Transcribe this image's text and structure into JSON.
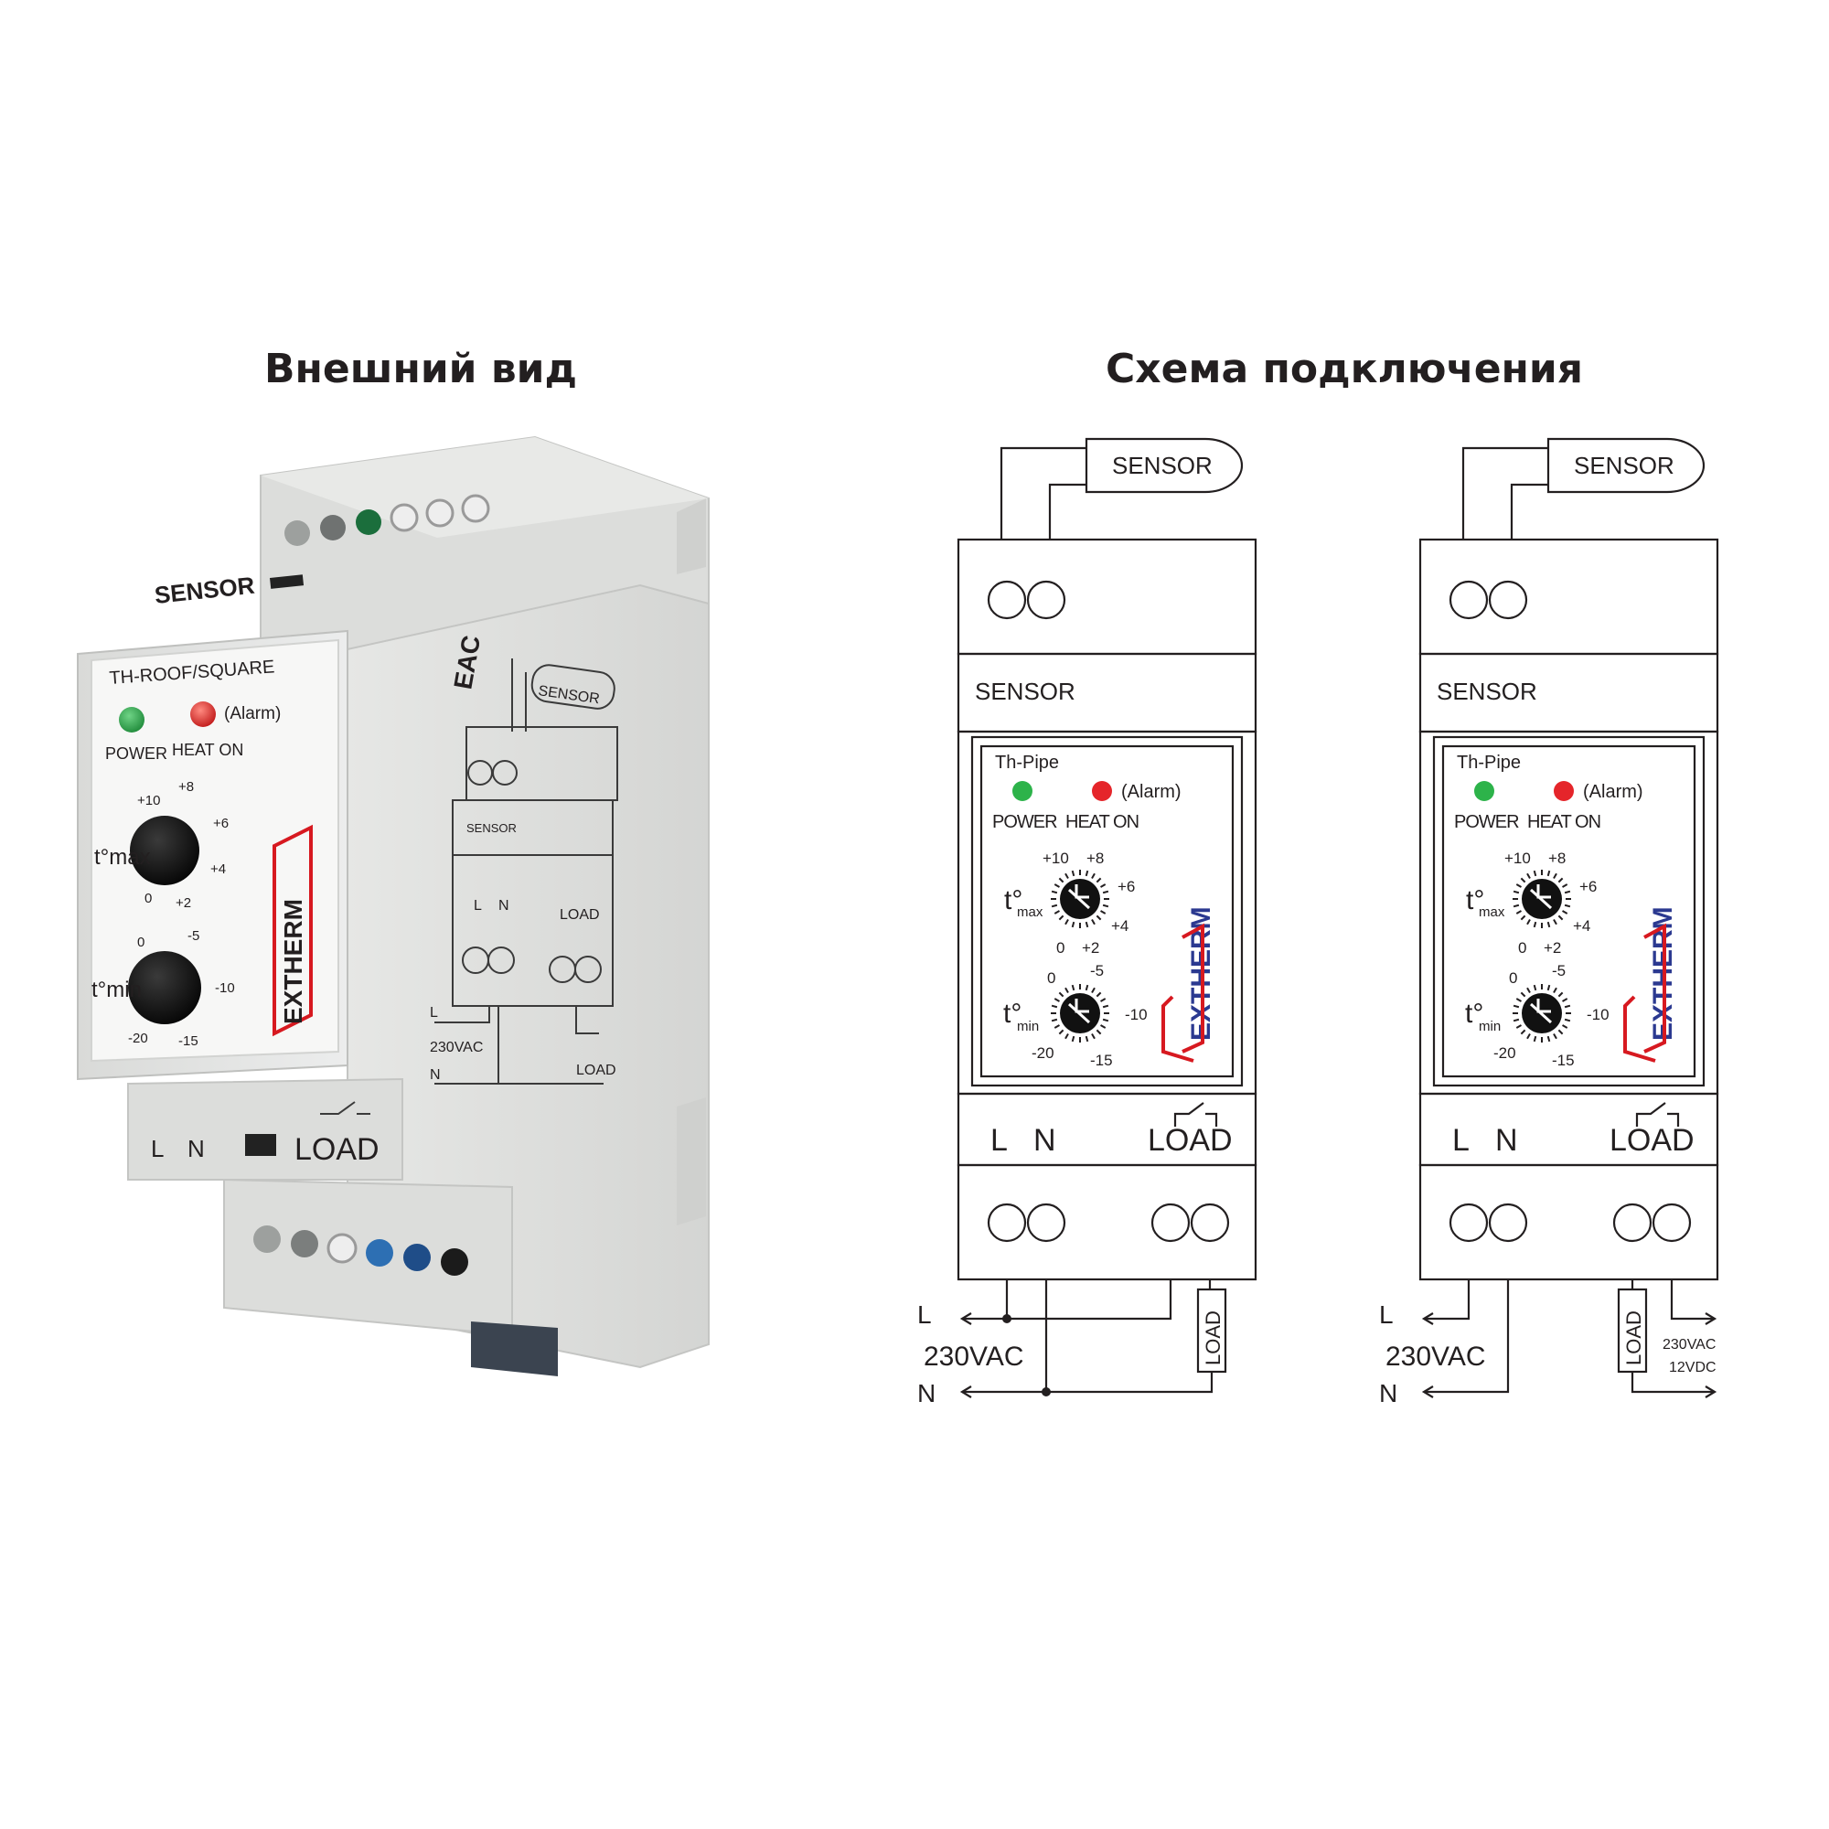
{
  "titles": {
    "left": "Внешний вид",
    "right": "Схема подключения"
  },
  "photo": {
    "sensor_label": "SENSOR",
    "model": "TH-ROOF/SQUARE",
    "power_label": "POWER",
    "heat_on_label": "HEAT ON",
    "alarm_label": "(Alarm)",
    "brand": "EXTHERM",
    "eac_mark": "EAC",
    "tmax_label": "t°max",
    "tmin_label": "t°min",
    "tmax_scale": [
      "0",
      "+2",
      "+4",
      "+6",
      "+8",
      "+10"
    ],
    "tmin_scale": [
      "0",
      "-5",
      "-10",
      "-15",
      "-20"
    ],
    "bottom_labels": {
      "l": "L",
      "n": "N",
      "load": "LOAD"
    },
    "side_diagram": {
      "sensor": "SENSOR",
      "sensor_strip": "SENSOR",
      "l": "L",
      "n": "N",
      "load": "LOAD",
      "voltage": "230VAC",
      "line_l": "L",
      "line_n": "N",
      "load_out": "LOAD"
    },
    "colors": {
      "power_led": "#2aa84a",
      "heat_led": "#e0262b",
      "body": "#e3e4e2"
    }
  },
  "diagrams": [
    {
      "sensor": "SENSOR",
      "sensor_strip": "SENSOR",
      "model": "Th-Pipe",
      "power_label": "POWER",
      "heat_on_label": "HEAT ON",
      "alarm_label": "(Alarm)",
      "tmax": {
        "t": "t°",
        "sub": "max",
        "scale": [
          "+10",
          "+8",
          "+6",
          "+4",
          "+2",
          "0"
        ]
      },
      "tmin": {
        "t": "t°",
        "sub": "min",
        "scale": [
          "0",
          "-5",
          "-10",
          "-15",
          "-20"
        ]
      },
      "brand": "EXTHERM",
      "terminals": {
        "l": "L",
        "n": "N",
        "load": "LOAD"
      },
      "wiring": {
        "line_l": "L",
        "voltage": "230VAC",
        "line_n": "N",
        "load_box": "LOAD"
      }
    },
    {
      "sensor": "SENSOR",
      "sensor_strip": "SENSOR",
      "model": "Th-Pipe",
      "power_label": "POWER",
      "heat_on_label": "HEAT ON",
      "alarm_label": "(Alarm)",
      "tmax": {
        "t": "t°",
        "sub": "max",
        "scale": [
          "+10",
          "+8",
          "+6",
          "+4",
          "+2",
          "0"
        ]
      },
      "tmin": {
        "t": "t°",
        "sub": "min",
        "scale": [
          "0",
          "-5",
          "-10",
          "-15",
          "-20"
        ]
      },
      "brand": "EXTHERM",
      "terminals": {
        "l": "L",
        "n": "N",
        "load": "LOAD"
      },
      "wiring": {
        "line_l": "L",
        "voltage": "230VAC",
        "line_n": "N",
        "load_box": "LOAD",
        "supply_ac": "230VAC",
        "supply_dc": "12VDC"
      }
    }
  ],
  "colors": {
    "power_led": "#2db34a",
    "heat_led": "#e5252a",
    "brand_red": "#d71920",
    "brand_blue": "#2b3990",
    "line": "#231f20"
  }
}
